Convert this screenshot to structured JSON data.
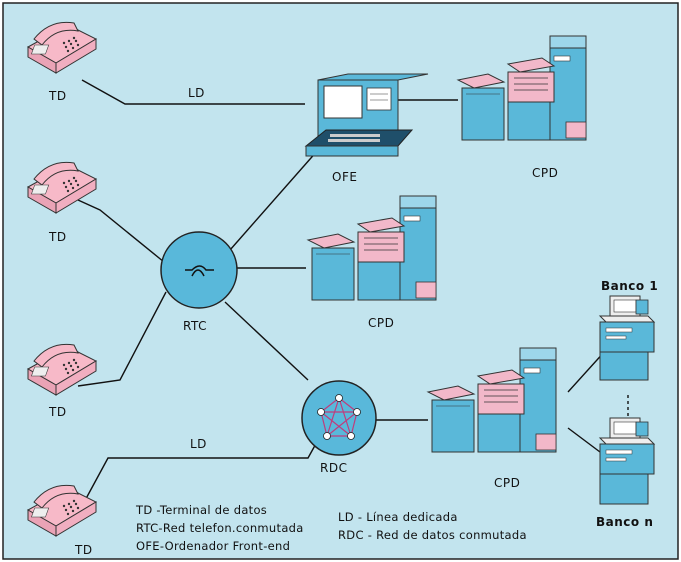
{
  "colors": {
    "background": "#c2e4ee",
    "device_blue": "#5ab8d9",
    "device_pink": "#f2b8c9",
    "phone_pink": "#f7b9c8",
    "network_circle": "#59b8da",
    "rdc_star": "#c03c7c",
    "line": "#111111"
  },
  "nodes": {
    "td": "TD",
    "ld": "LD",
    "ofe": "OFE",
    "cpd": "CPD",
    "rtc": "RTC",
    "rdc": "RDC",
    "banco_1": "Banco 1",
    "banco_n": "Banco n"
  },
  "legend": {
    "td": "TD -Terminal de datos",
    "rtc": "RTC-Red telefon.conmutada",
    "ofe": "OFE-Ordenador Front-end",
    "ld": "LD -  Línea dedicada",
    "rdc": "RDC - Red de datos conmutada"
  }
}
